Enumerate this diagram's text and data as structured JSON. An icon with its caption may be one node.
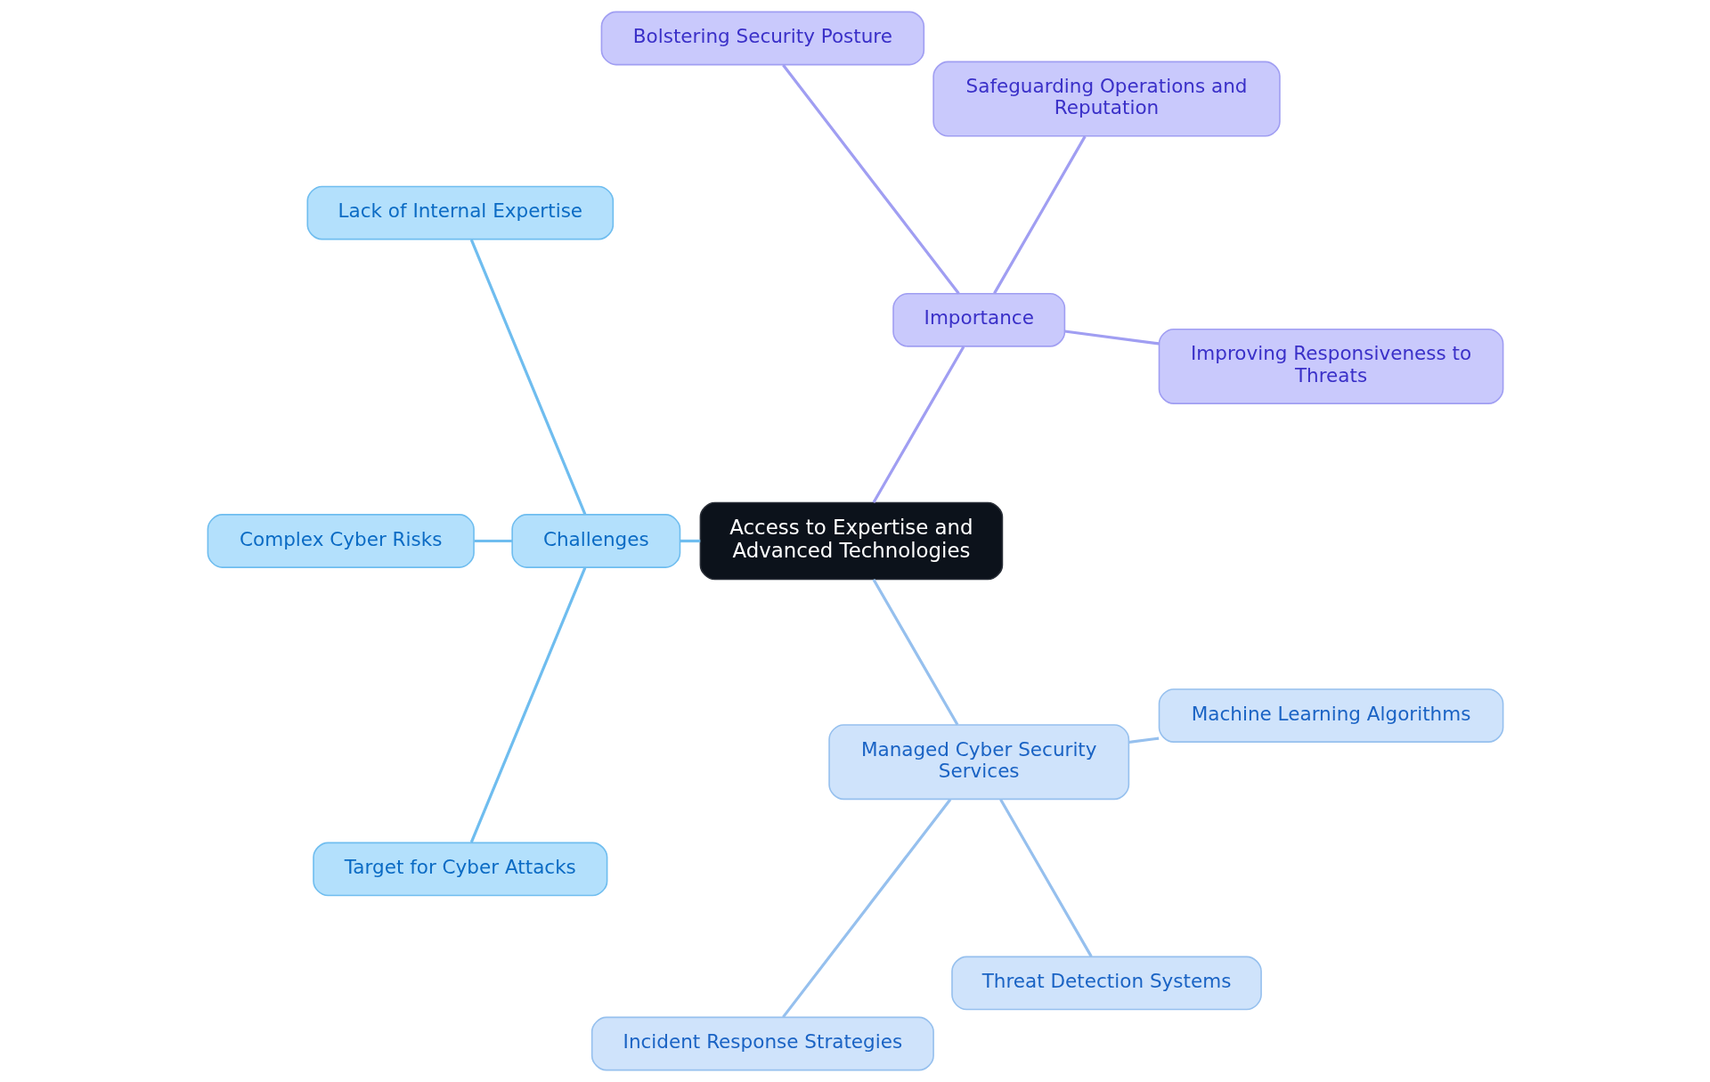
{
  "diagram": {
    "nodes": [
      {
        "text": [
          "Access to Expertise and Advanced Technologies"
        ]
      },
      {
        "text": [
          "Importance"
        ]
      },
      {
        "text": [
          "Improving Responsiveness to Threats"
        ]
      },
      {
        "text": [
          "Safeguarding Operations and Reputation"
        ]
      },
      {
        "text": [
          "Bolstering Security Posture"
        ]
      },
      {
        "text": [
          "Challenges"
        ]
      },
      {
        "text": [
          "Lack of Internal Expertise"
        ]
      },
      {
        "text": [
          "Complex Cyber Risks"
        ]
      },
      {
        "text": [
          "Target for Cyber Attacks"
        ]
      },
      {
        "text": [
          "Managed Cyber Security Services"
        ]
      },
      {
        "text": [
          "Incident Response Strategies"
        ]
      },
      {
        "text": [
          "Threat Detection Systems"
        ]
      },
      {
        "text": [
          "Machine Learning Algorithms"
        ]
      }
    ],
    "edges": [
      {
        "from": 0,
        "to": 1,
        "arrow": "none",
        "color": "#a09ef2"
      },
      {
        "from": 1,
        "to": 2,
        "arrow": "none",
        "color": "#a09ef2"
      },
      {
        "from": 1,
        "to": 3,
        "arrow": "none",
        "color": "#a09ef2"
      },
      {
        "from": 1,
        "to": 4,
        "arrow": "none",
        "color": "#a09ef2"
      },
      {
        "from": 0,
        "to": 5,
        "arrow": "none",
        "color": "#6fbdef"
      },
      {
        "from": 5,
        "to": 6,
        "arrow": "none",
        "color": "#6fbdef"
      },
      {
        "from": 5,
        "to": 7,
        "arrow": "none",
        "color": "#6fbdef"
      },
      {
        "from": 5,
        "to": 8,
        "arrow": "none",
        "color": "#6fbdef"
      },
      {
        "from": 0,
        "to": 9,
        "arrow": "none",
        "color": "#96c0ee"
      },
      {
        "from": 9,
        "to": 10,
        "arrow": "none",
        "color": "#96c0ee"
      },
      {
        "from": 9,
        "to": 11,
        "arrow": "none",
        "color": "#96c0ee"
      },
      {
        "from": 9,
        "to": 12,
        "arrow": "none",
        "color": "#96c0ee"
      }
    ]
  }
}
